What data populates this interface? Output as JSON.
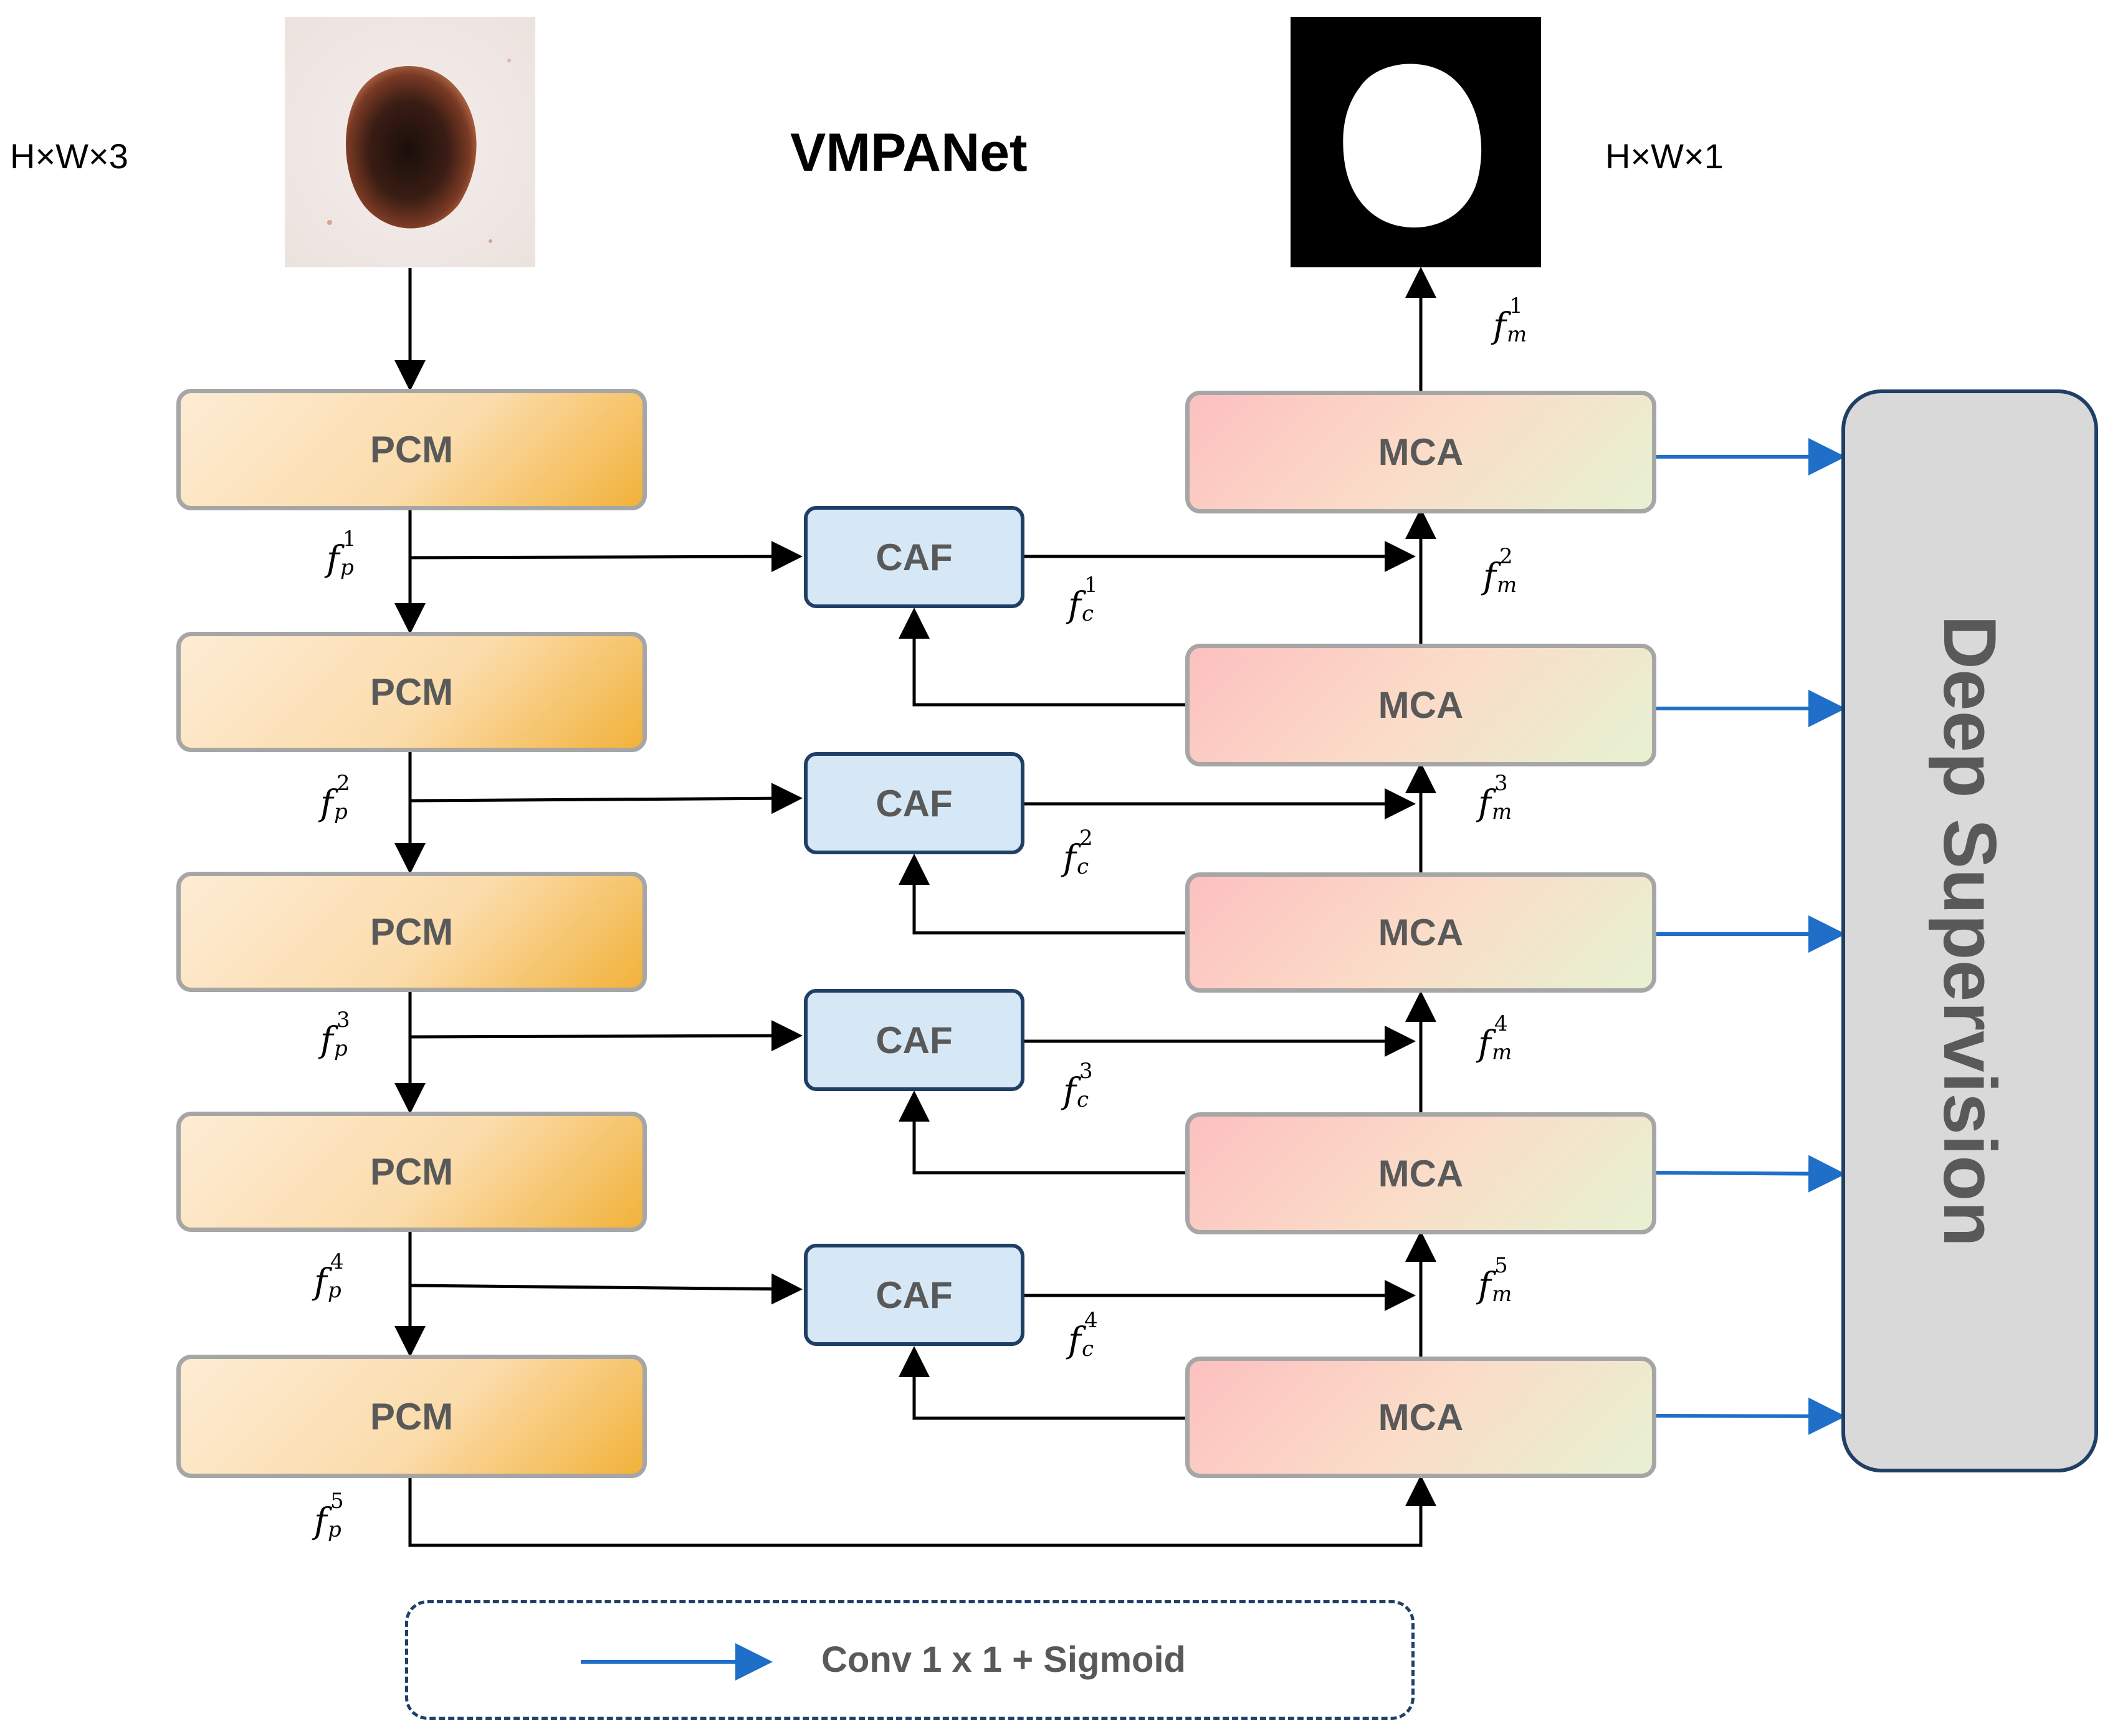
{
  "title": "VMPANet",
  "input_dim": "H×W×3",
  "output_dim": "H×W×1",
  "pcm_label": "PCM",
  "mca_label": "MCA",
  "caf_label": "CAF",
  "deep_supervision_label": "Deep Supervision",
  "legend_label": "Conv 1 x 1 + Sigmoid",
  "feature_symbols": {
    "p": "f",
    "c": "f",
    "m": "f"
  },
  "feature_subscripts": {
    "p": "p",
    "c": "c",
    "m": "m"
  },
  "indices": [
    "1",
    "2",
    "3",
    "4",
    "5"
  ],
  "colors": {
    "pcm_fill_start": "#fdecd4",
    "pcm_fill_end": "#f2b23a",
    "mca_fill_start": "#fcc0c0",
    "mca_fill_end": "#e6f2d2",
    "caf_fill": "#d6e8f6",
    "caf_border": "#1f3f66",
    "deep_supervision_fill": "#d9d9d9",
    "supervision_arrow": "#1f6fc8",
    "box_text": "#595959"
  }
}
